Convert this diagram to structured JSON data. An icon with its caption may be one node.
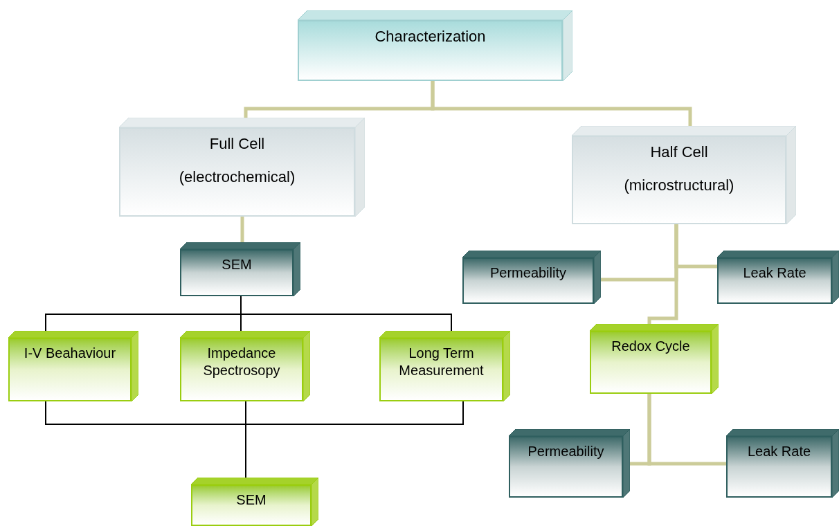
{
  "diagram": {
    "nodes": [
      {
        "text": [
          "Characterization"
        ]
      },
      {
        "text": [
          "Full Cell",
          "(electrochemical)"
        ]
      },
      {
        "text": [
          "Half Cell",
          "(microstructural)"
        ]
      },
      {
        "text": [
          "SEM"
        ]
      },
      {
        "text": [
          "Permeability"
        ]
      },
      {
        "text": [
          "Leak Rate"
        ]
      },
      {
        "text": [
          "I-V Beahaviour"
        ]
      },
      {
        "text": [
          "Impedance Spectrosopy"
        ]
      },
      {
        "text": [
          "Long Term Measurement"
        ]
      },
      {
        "text": [
          "Redox Cycle"
        ]
      },
      {
        "text": [
          "SEM"
        ]
      },
      {
        "text": [
          "Permeability"
        ]
      },
      {
        "text": [
          "Leak Rate"
        ]
      }
    ],
    "edges": [
      {
        "from": 0,
        "to": 1,
        "arrow": "none"
      },
      {
        "from": 0,
        "to": 2,
        "arrow": "none"
      },
      {
        "from": 1,
        "to": 3,
        "arrow": "none"
      },
      {
        "from": 3,
        "to": 6,
        "arrow": "none",
        "color": "#000000"
      },
      {
        "from": 3,
        "to": 7,
        "arrow": "none",
        "color": "#000000"
      },
      {
        "from": 3,
        "to": 8,
        "arrow": "none",
        "color": "#000000"
      },
      {
        "from": 6,
        "to": 10,
        "arrow": "none",
        "color": "#000000"
      },
      {
        "from": 7,
        "to": 10,
        "arrow": "none",
        "color": "#000000"
      },
      {
        "from": 8,
        "to": 10,
        "arrow": "none",
        "color": "#000000"
      },
      {
        "from": 2,
        "to": 4,
        "arrow": "none"
      },
      {
        "from": 2,
        "to": 5,
        "arrow": "none"
      },
      {
        "from": 2,
        "to": 9,
        "arrow": "none"
      },
      {
        "from": 9,
        "to": 11,
        "arrow": "none"
      },
      {
        "from": 9,
        "to": 12,
        "arrow": "none"
      }
    ]
  }
}
